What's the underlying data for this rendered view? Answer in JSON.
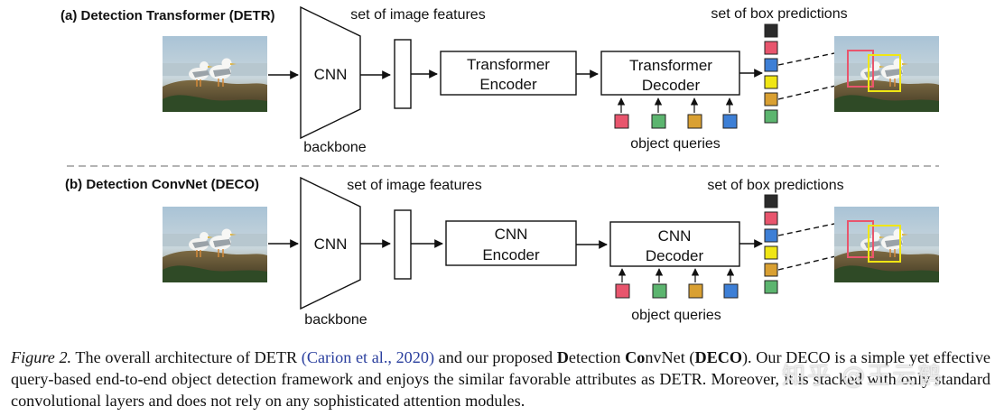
{
  "figure": {
    "panel_a": {
      "title": "(a) Detection Transformer (DETR)",
      "features_label": "set of image features",
      "backbone_block": "CNN",
      "backbone_label": "backbone",
      "encoder_line1": "Transformer",
      "encoder_line2": "Encoder",
      "decoder_line1": "Transformer",
      "decoder_line2": "Decoder",
      "queries_label": "object queries",
      "predictions_label": "set of box predictions"
    },
    "panel_b": {
      "title": "(b) Detection ConvNet (DECO)",
      "features_label": "set of image features",
      "backbone_block": "CNN",
      "backbone_label": "backbone",
      "encoder_line1": "CNN",
      "encoder_line2": "Encoder",
      "decoder_line1": "CNN",
      "decoder_line2": "Decoder",
      "queries_label": "object queries",
      "predictions_label": "set of box predictions"
    },
    "query_colors": [
      "#e8556d",
      "#5cb56f",
      "#d9a032",
      "#3d7fd6"
    ],
    "prediction_colors": [
      "#2b2b2b",
      "#e8556d",
      "#3d7fd6",
      "#f0e614",
      "#d9a032",
      "#5cb56f"
    ]
  },
  "caption": {
    "label": "Figure 2.",
    "text1": " The overall architecture of DETR ",
    "citation": "(Carion et al., 2020)",
    "text2": " and our proposed ",
    "bold_d": "D",
    "text3": "etection ",
    "bold_co": "Co",
    "text4": "nvNet (",
    "bold_deco": "DECO",
    "text5": "). Our DECO is a simple yet effective query-based end-to-end object detection framework and enjoys the similar favorable attributes as DETR. Moreover, it is stacked with only standard convolutional layers and does not rely on any sophisticated attention modules."
  },
  "watermark": "知乎 @王云鹤"
}
